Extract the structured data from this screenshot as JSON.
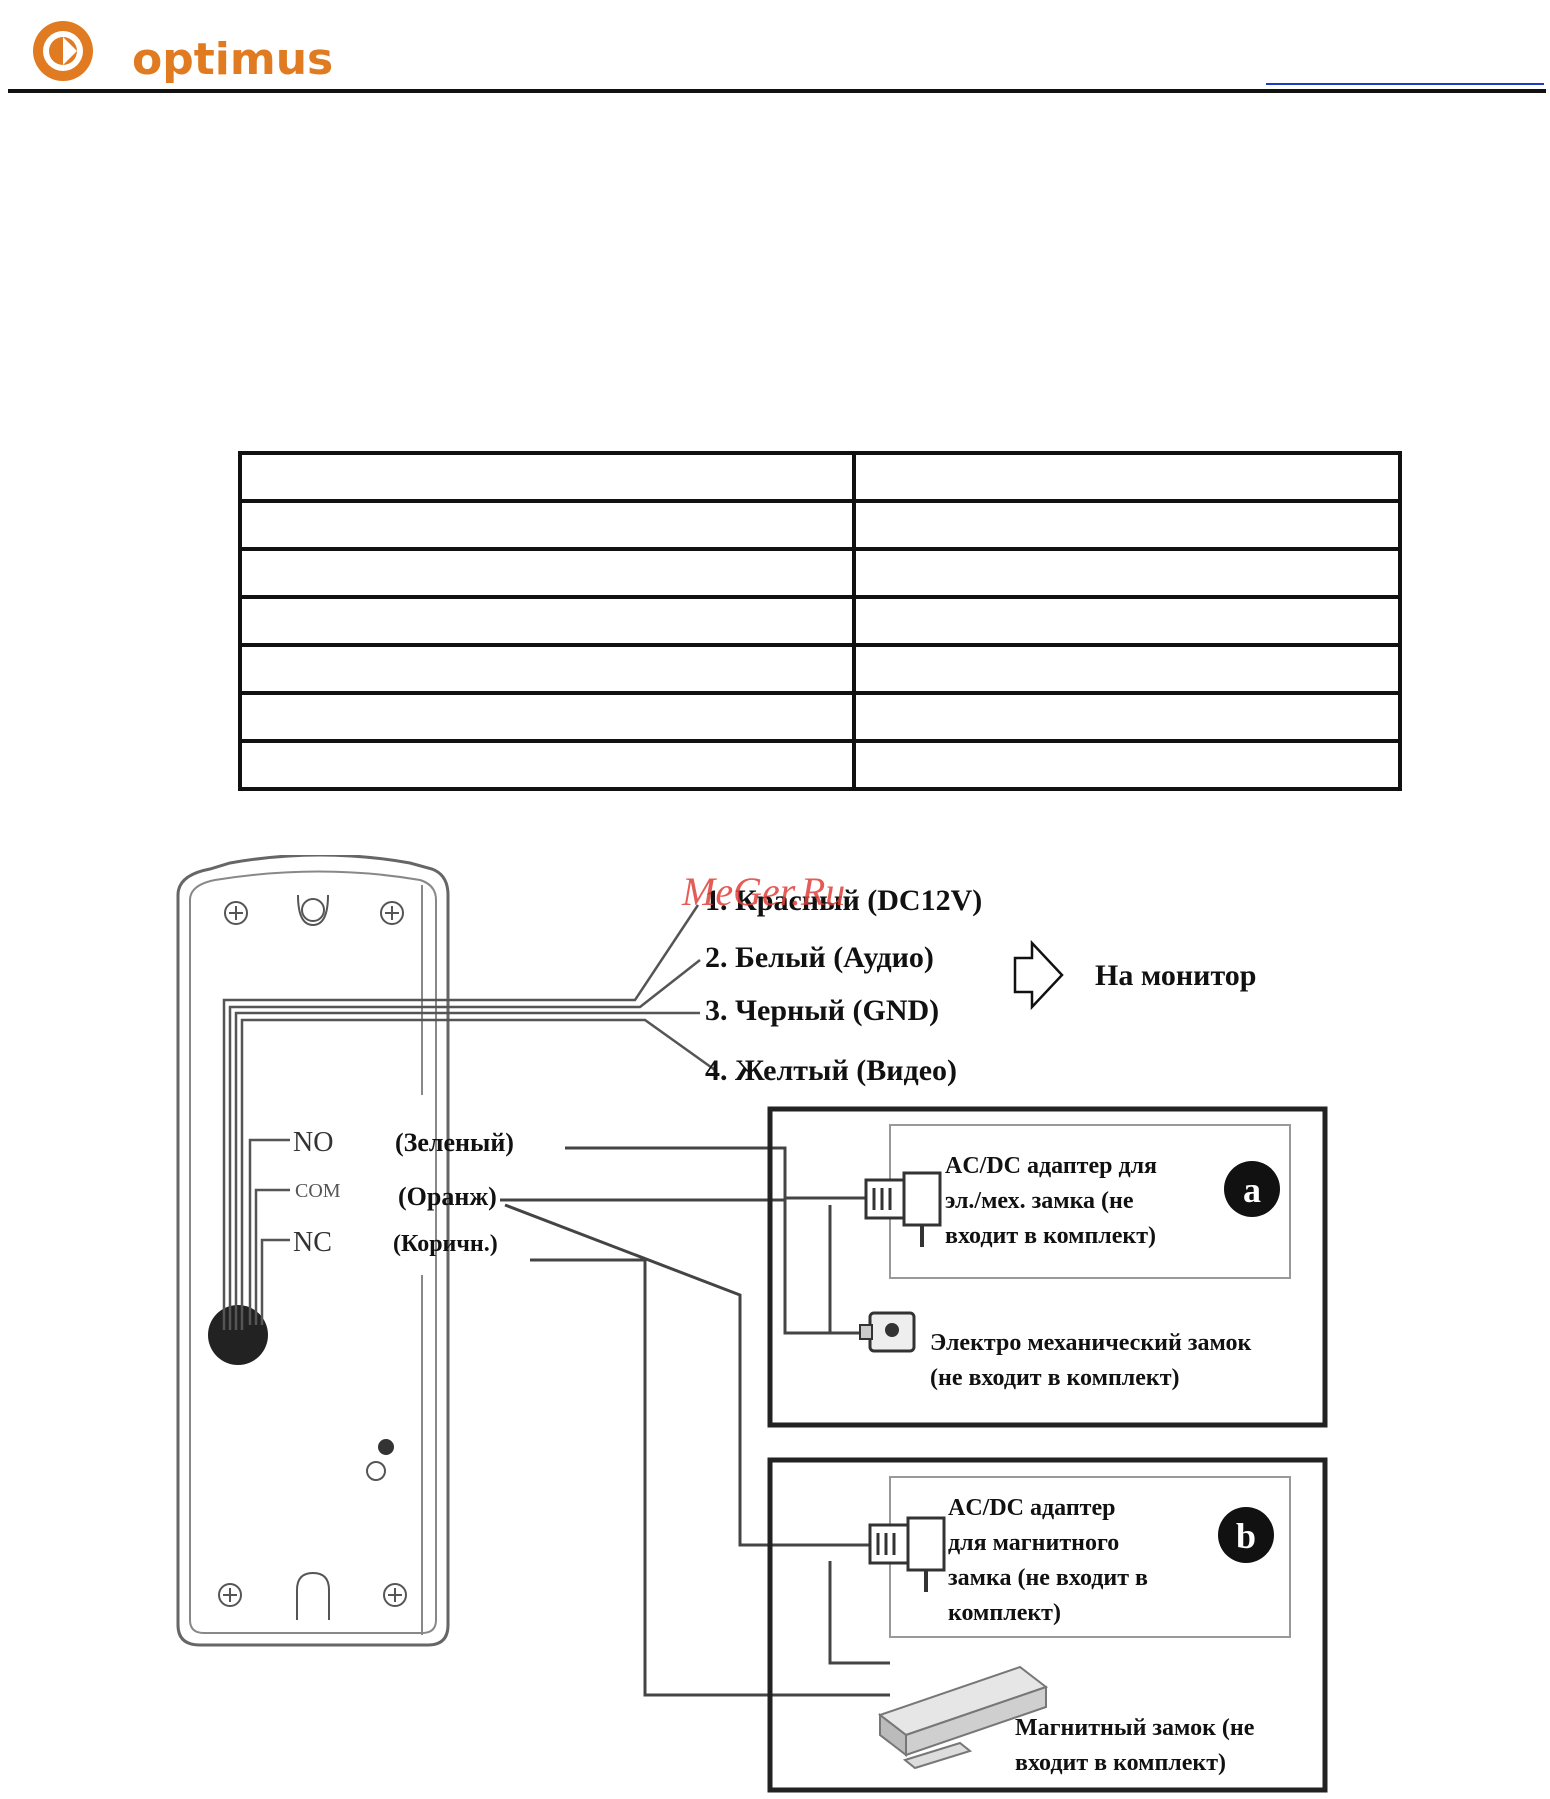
{
  "header": {
    "logo_text": "optimus",
    "brand_color": "#e07b21"
  },
  "spec_table": {
    "rows": 7,
    "columns": 2
  },
  "diagram": {
    "watermark": "MeGer.Ru",
    "wires": [
      "1. Красный (DC12V)",
      "2. Белый (Аудио)",
      "3. Черный (GND)",
      "4. Желтый (Видео)"
    ],
    "monitor_label": "На монитор",
    "terminals": {
      "no": "NO",
      "no_color": "(Зеленый)",
      "com": "COM",
      "com_color": "(Оранж)",
      "nc": "NC",
      "nc_color": "(Коричн.)"
    },
    "box_a": {
      "badge": "a",
      "adapter_lines": [
        "AC/DC адаптер для",
        "эл./мех. замка (не",
        "входит в комплект)"
      ],
      "lock_lines": [
        "Электро механический замок",
        "(не входит в комплект)"
      ]
    },
    "box_b": {
      "badge": "b",
      "adapter_lines": [
        "AC/DC адаптер",
        "для магнитного",
        "замка (не входит в",
        "комплект)"
      ],
      "lock_lines": [
        "Магнитный замок (не",
        "входит в комплект)"
      ]
    }
  }
}
